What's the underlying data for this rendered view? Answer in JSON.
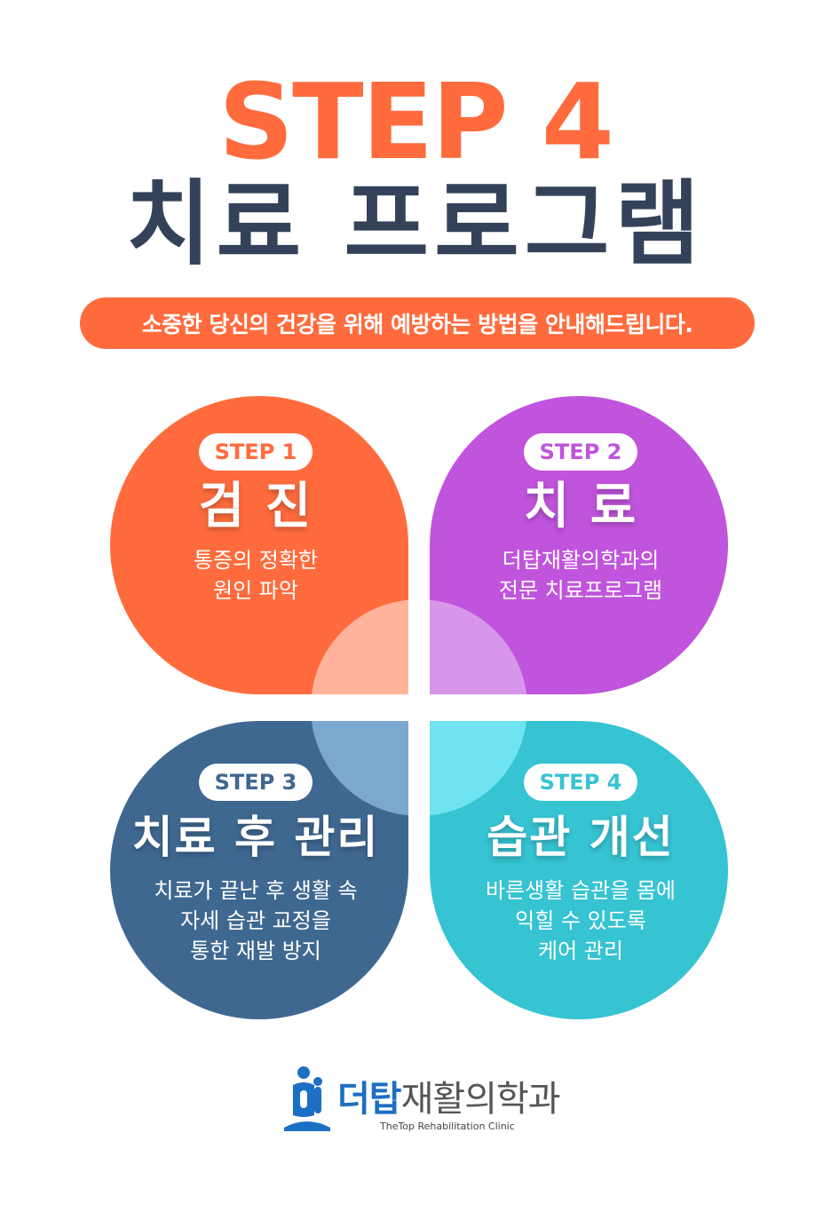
{
  "header": {
    "step_label": "STEP 4",
    "title": "치료 프로그램",
    "subtitle": "소중한 당신의 건강을 위해 예방하는 방법을 안내해드립니다."
  },
  "cards": [
    {
      "badge": "STEP 1",
      "title": "검 진",
      "desc": "통증의 정확한\n원인 파악",
      "color": "#FF6B3D"
    },
    {
      "badge": "STEP 2",
      "title": "치 료",
      "desc": "더탑재활의학과의\n전문 치료프로그램",
      "color": "#C054DC"
    },
    {
      "badge": "STEP 3",
      "title": "치료 후 관리",
      "desc": "치료가 끝난 후 생활 속\n자세 습관 교정을\n통한 재발 방지",
      "color": "#3F6891"
    },
    {
      "badge": "STEP 4",
      "title": "습관 개선",
      "desc": "바른생활 습관을 몸에\n익힐 수 있도록\n케어 관리",
      "color": "#36C3D2"
    }
  ],
  "logo": {
    "name_bold": "더탑",
    "name_rest": "재활의학과",
    "english": "TheTop Rehabilitation Clinic"
  },
  "colors": {
    "accent_orange": "#FF6B3D",
    "navy": "#344259",
    "logo_blue": "#1C6FC3"
  }
}
